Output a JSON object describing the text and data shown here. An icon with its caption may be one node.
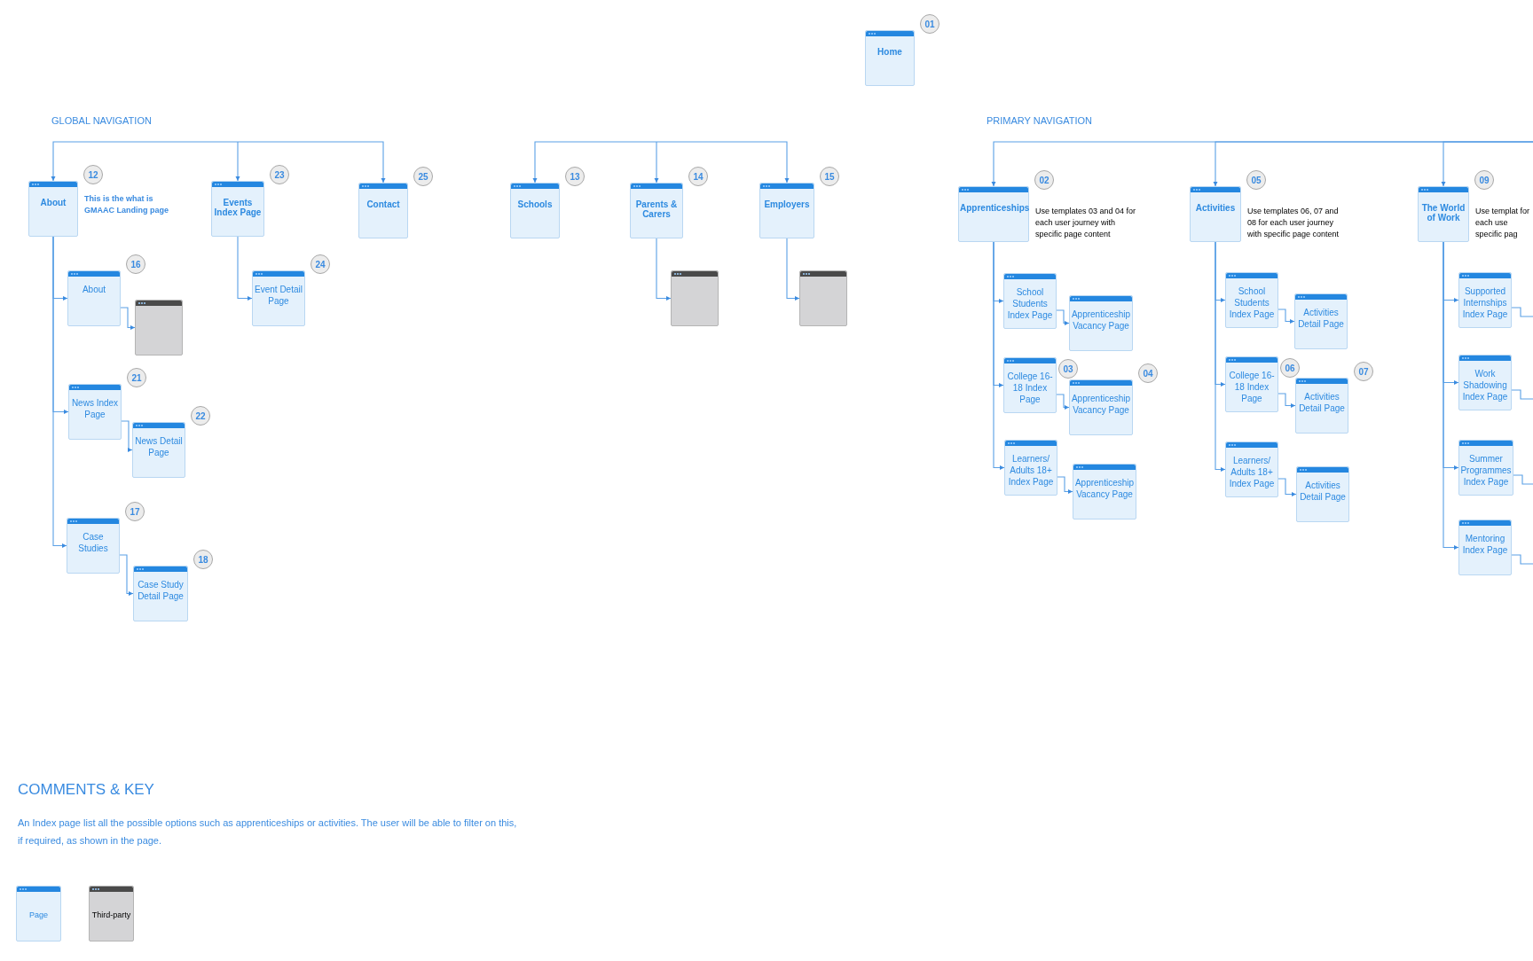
{
  "diagram": {
    "nodes": [
      {
        "text": [
          "Home"
        ],
        "beside": [
          "01"
        ]
      },
      {
        "text": [
          "About"
        ],
        "beside": [
          "12",
          "This is the what is GMAAC Landing page"
        ]
      },
      {
        "text": [
          "About"
        ],
        "beside": [
          "16"
        ]
      },
      {
        "text": [],
        "shape": "box"
      },
      {
        "text": [
          "News Index Page"
        ],
        "beside": [
          "21"
        ]
      },
      {
        "text": [
          "News Detail Page"
        ],
        "beside": [
          "22"
        ]
      },
      {
        "text": [
          "Case Studies"
        ],
        "beside": [
          "17"
        ]
      },
      {
        "text": [
          "Case Study Detail Page"
        ],
        "beside": [
          "18"
        ]
      },
      {
        "text": [
          "Events Index Page"
        ],
        "beside": [
          "23"
        ]
      },
      {
        "text": [
          "Event Detail Page"
        ],
        "beside": [
          "24"
        ]
      },
      {
        "text": [
          "Contact"
        ],
        "beside": [
          "25"
        ]
      },
      {
        "text": [
          "Schools"
        ],
        "beside": [
          "13"
        ]
      },
      {
        "text": [
          "Parents & Carers"
        ],
        "beside": [
          "14"
        ]
      },
      {
        "text": [],
        "shape": "box"
      },
      {
        "text": [
          "Employers"
        ],
        "beside": [
          "15"
        ]
      },
      {
        "text": [],
        "shape": "box"
      },
      {
        "text": [
          "Apprenticeships"
        ],
        "beside": [
          "02",
          "Use templates 03 and 04 for each user journey with specific page content"
        ]
      },
      {
        "text": [
          "School Students Index Page"
        ]
      },
      {
        "text": [
          "Apprenticeship Vacancy Page"
        ]
      },
      {
        "text": [
          "College 16-18 Index Page"
        ],
        "beside": [
          "03"
        ]
      },
      {
        "text": [
          "Apprenticeship Vacancy Page"
        ],
        "beside": [
          "04"
        ]
      },
      {
        "text": [
          "Learners/ Adults 18+ Index Page"
        ]
      },
      {
        "text": [
          "Apprenticeship Vacancy Page"
        ]
      },
      {
        "text": [
          "Activities"
        ],
        "beside": [
          "05",
          "Use templates 06, 07 and 08 for each user journey with specific page content"
        ]
      },
      {
        "text": [
          "School Students Index Page"
        ]
      },
      {
        "text": [
          "Activities Detail Page"
        ]
      },
      {
        "text": [
          "College 16-18 Index Page"
        ],
        "beside": [
          "06"
        ]
      },
      {
        "text": [
          "Activities Detail Page"
        ],
        "beside": [
          "07"
        ]
      },
      {
        "text": [
          "Learners/ Adults 18+ Index Page"
        ]
      },
      {
        "text": [
          "Activities Detail Page"
        ]
      },
      {
        "text": [
          "The World of Work"
        ],
        "beside": [
          "09",
          "Use templat for each use specific pag"
        ]
      },
      {
        "text": [
          "Supported Internships Index Page"
        ]
      },
      {
        "text": [
          "Work Shadowing Index Page"
        ]
      },
      {
        "text": [
          "Summer Programmes Index Page"
        ]
      },
      {
        "text": [
          "Mentoring Index Page"
        ]
      }
    ],
    "edges": [
      {
        "from": null,
        "to": 1,
        "arrow": "to"
      },
      {
        "from": null,
        "to": 8,
        "arrow": "to"
      },
      {
        "from": null,
        "to": 10,
        "arrow": "to"
      },
      {
        "from": 1,
        "to": 2,
        "arrow": "to"
      },
      {
        "from": 1,
        "to": 4,
        "arrow": "to"
      },
      {
        "from": 1,
        "to": 6,
        "arrow": "to"
      },
      {
        "from": 2,
        "to": 3,
        "arrow": "to"
      },
      {
        "from": 4,
        "to": 5,
        "arrow": "to"
      },
      {
        "from": 6,
        "to": 7,
        "arrow": "to"
      },
      {
        "from": 8,
        "to": 9,
        "arrow": "to"
      },
      {
        "from": null,
        "to": 11,
        "arrow": "to"
      },
      {
        "from": null,
        "to": 12,
        "arrow": "to"
      },
      {
        "from": null,
        "to": 14,
        "arrow": "to"
      },
      {
        "from": 12,
        "to": 13,
        "arrow": "to"
      },
      {
        "from": 14,
        "to": 15,
        "arrow": "to"
      },
      {
        "from": null,
        "to": 16,
        "arrow": "to"
      },
      {
        "from": null,
        "to": 23,
        "arrow": "to"
      },
      {
        "from": null,
        "to": 30,
        "arrow": "to"
      },
      {
        "from": 16,
        "to": 17,
        "arrow": "to"
      },
      {
        "from": 16,
        "to": 19,
        "arrow": "to"
      },
      {
        "from": 16,
        "to": 21,
        "arrow": "to"
      },
      {
        "from": 17,
        "to": 18,
        "arrow": "to"
      },
      {
        "from": 19,
        "to": 20,
        "arrow": "to"
      },
      {
        "from": 21,
        "to": 22,
        "arrow": "to"
      },
      {
        "from": 23,
        "to": 24,
        "arrow": "to"
      },
      {
        "from": 23,
        "to": 26,
        "arrow": "to"
      },
      {
        "from": 23,
        "to": 28,
        "arrow": "to"
      },
      {
        "from": 24,
        "to": 25,
        "arrow": "to"
      },
      {
        "from": 26,
        "to": 27,
        "arrow": "to"
      },
      {
        "from": 28,
        "to": 29,
        "arrow": "to"
      },
      {
        "from": 30,
        "to": 31,
        "arrow": "to"
      },
      {
        "from": 30,
        "to": 32,
        "arrow": "to"
      },
      {
        "from": 30,
        "to": 33,
        "arrow": "to"
      },
      {
        "from": 30,
        "to": 34,
        "arrow": "to"
      },
      {
        "from": 31,
        "to": null,
        "arrow": "none"
      },
      {
        "from": 32,
        "to": null,
        "arrow": "none"
      },
      {
        "from": 33,
        "to": null,
        "arrow": "none"
      },
      {
        "from": 34,
        "to": null,
        "arrow": "none"
      }
    ],
    "labels": [
      "GLOBAL NAVIGATION",
      "PRIMARY NAVIGATION",
      "COMMENTS & KEY",
      "An Index page list all the possible options such as apprenticeships or activities. The user will be able to filter on this, if required, as shown in the page."
    ],
    "legend": [
      {
        "text": "Page",
        "color": "#e4f1fc"
      },
      {
        "text": "Third-party",
        "color": "#d4d4d6"
      }
    ]
  }
}
